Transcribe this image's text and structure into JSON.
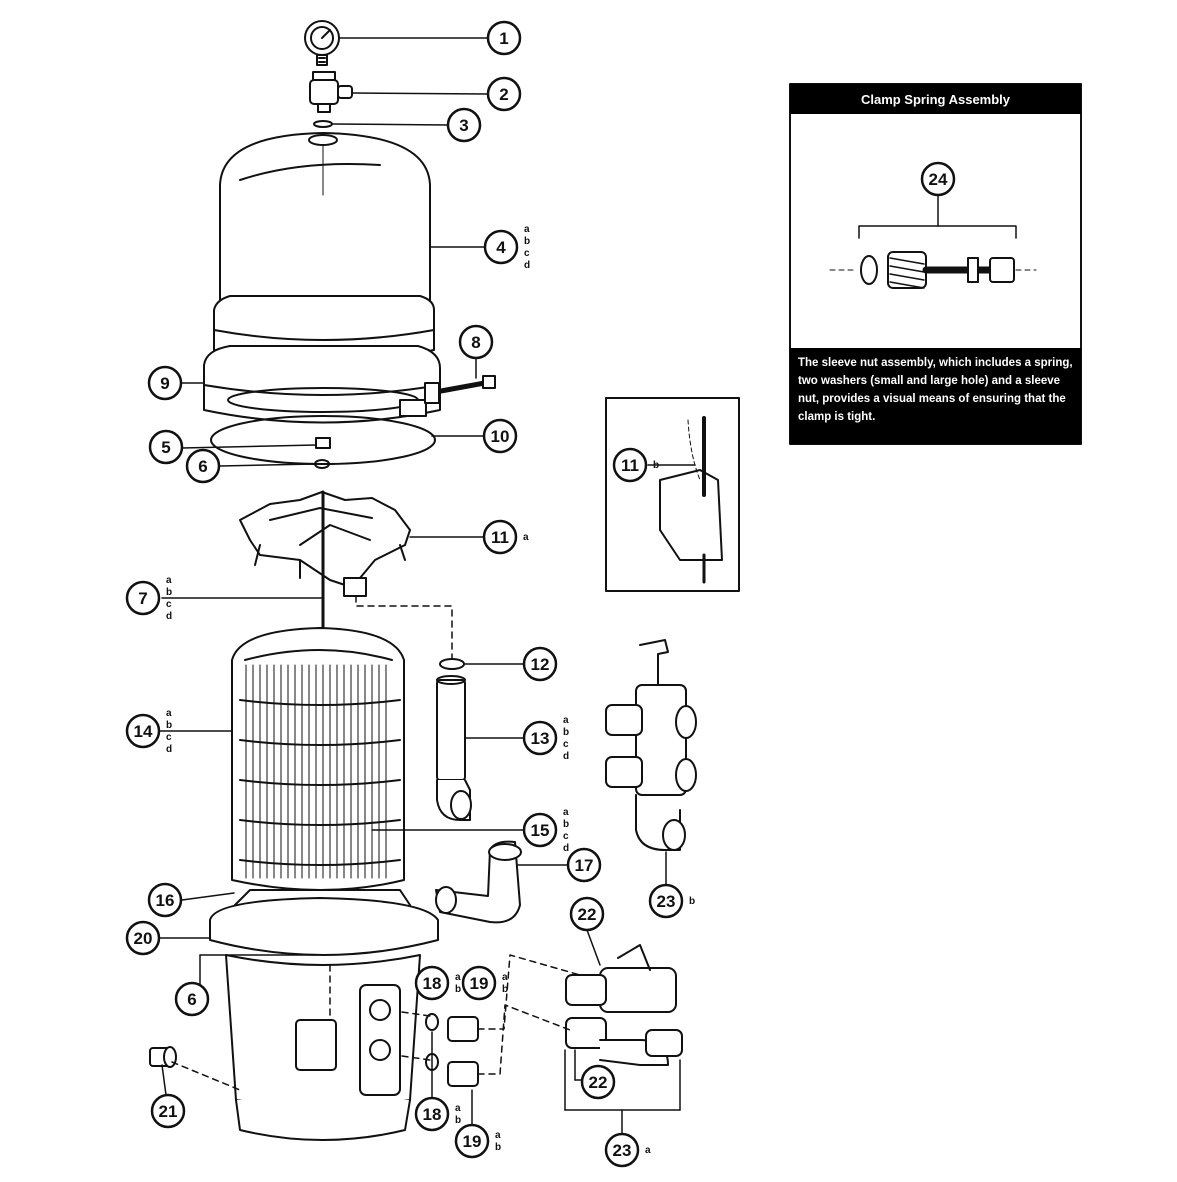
{
  "inset": {
    "title": "Clamp Spring Assembly",
    "note": "The sleeve nut assembly, which includes a spring, two washers (small and large hole) and a sleeve nut, provides a visual means of ensuring that the clamp is tight."
  },
  "callouts": [
    {
      "id": "c1",
      "num": "1",
      "sub": ""
    },
    {
      "id": "c2",
      "num": "2",
      "sub": ""
    },
    {
      "id": "c3",
      "num": "3",
      "sub": ""
    },
    {
      "id": "c4",
      "num": "4",
      "sub": "a b c d"
    },
    {
      "id": "c8",
      "num": "8",
      "sub": ""
    },
    {
      "id": "c9",
      "num": "9",
      "sub": ""
    },
    {
      "id": "c10",
      "num": "10",
      "sub": ""
    },
    {
      "id": "c5",
      "num": "5",
      "sub": ""
    },
    {
      "id": "c6a",
      "num": "6",
      "sub": ""
    },
    {
      "id": "c11a",
      "num": "11",
      "sub": "a"
    },
    {
      "id": "c11b",
      "num": "11",
      "sub": "b"
    },
    {
      "id": "c7",
      "num": "7",
      "sub": "a b c d"
    },
    {
      "id": "c12",
      "num": "12",
      "sub": ""
    },
    {
      "id": "c13",
      "num": "13",
      "sub": "a b c d"
    },
    {
      "id": "c14",
      "num": "14",
      "sub": "a b c d"
    },
    {
      "id": "c15",
      "num": "15",
      "sub": "a b c d"
    },
    {
      "id": "c16",
      "num": "16",
      "sub": ""
    },
    {
      "id": "c17",
      "num": "17",
      "sub": ""
    },
    {
      "id": "c20",
      "num": "20",
      "sub": ""
    },
    {
      "id": "c6b",
      "num": "6",
      "sub": ""
    },
    {
      "id": "c18a",
      "num": "18",
      "sub": "a b"
    },
    {
      "id": "c19a",
      "num": "19",
      "sub": "a b"
    },
    {
      "id": "c18b",
      "num": "18",
      "sub": "a b"
    },
    {
      "id": "c19b",
      "num": "19",
      "sub": "a b"
    },
    {
      "id": "c21",
      "num": "21",
      "sub": ""
    },
    {
      "id": "c22a",
      "num": "22",
      "sub": ""
    },
    {
      "id": "c22b",
      "num": "22",
      "sub": ""
    },
    {
      "id": "c23a",
      "num": "23",
      "sub": "a"
    },
    {
      "id": "c23b",
      "num": "23",
      "sub": "b"
    },
    {
      "id": "c24",
      "num": "24",
      "sub": ""
    }
  ]
}
